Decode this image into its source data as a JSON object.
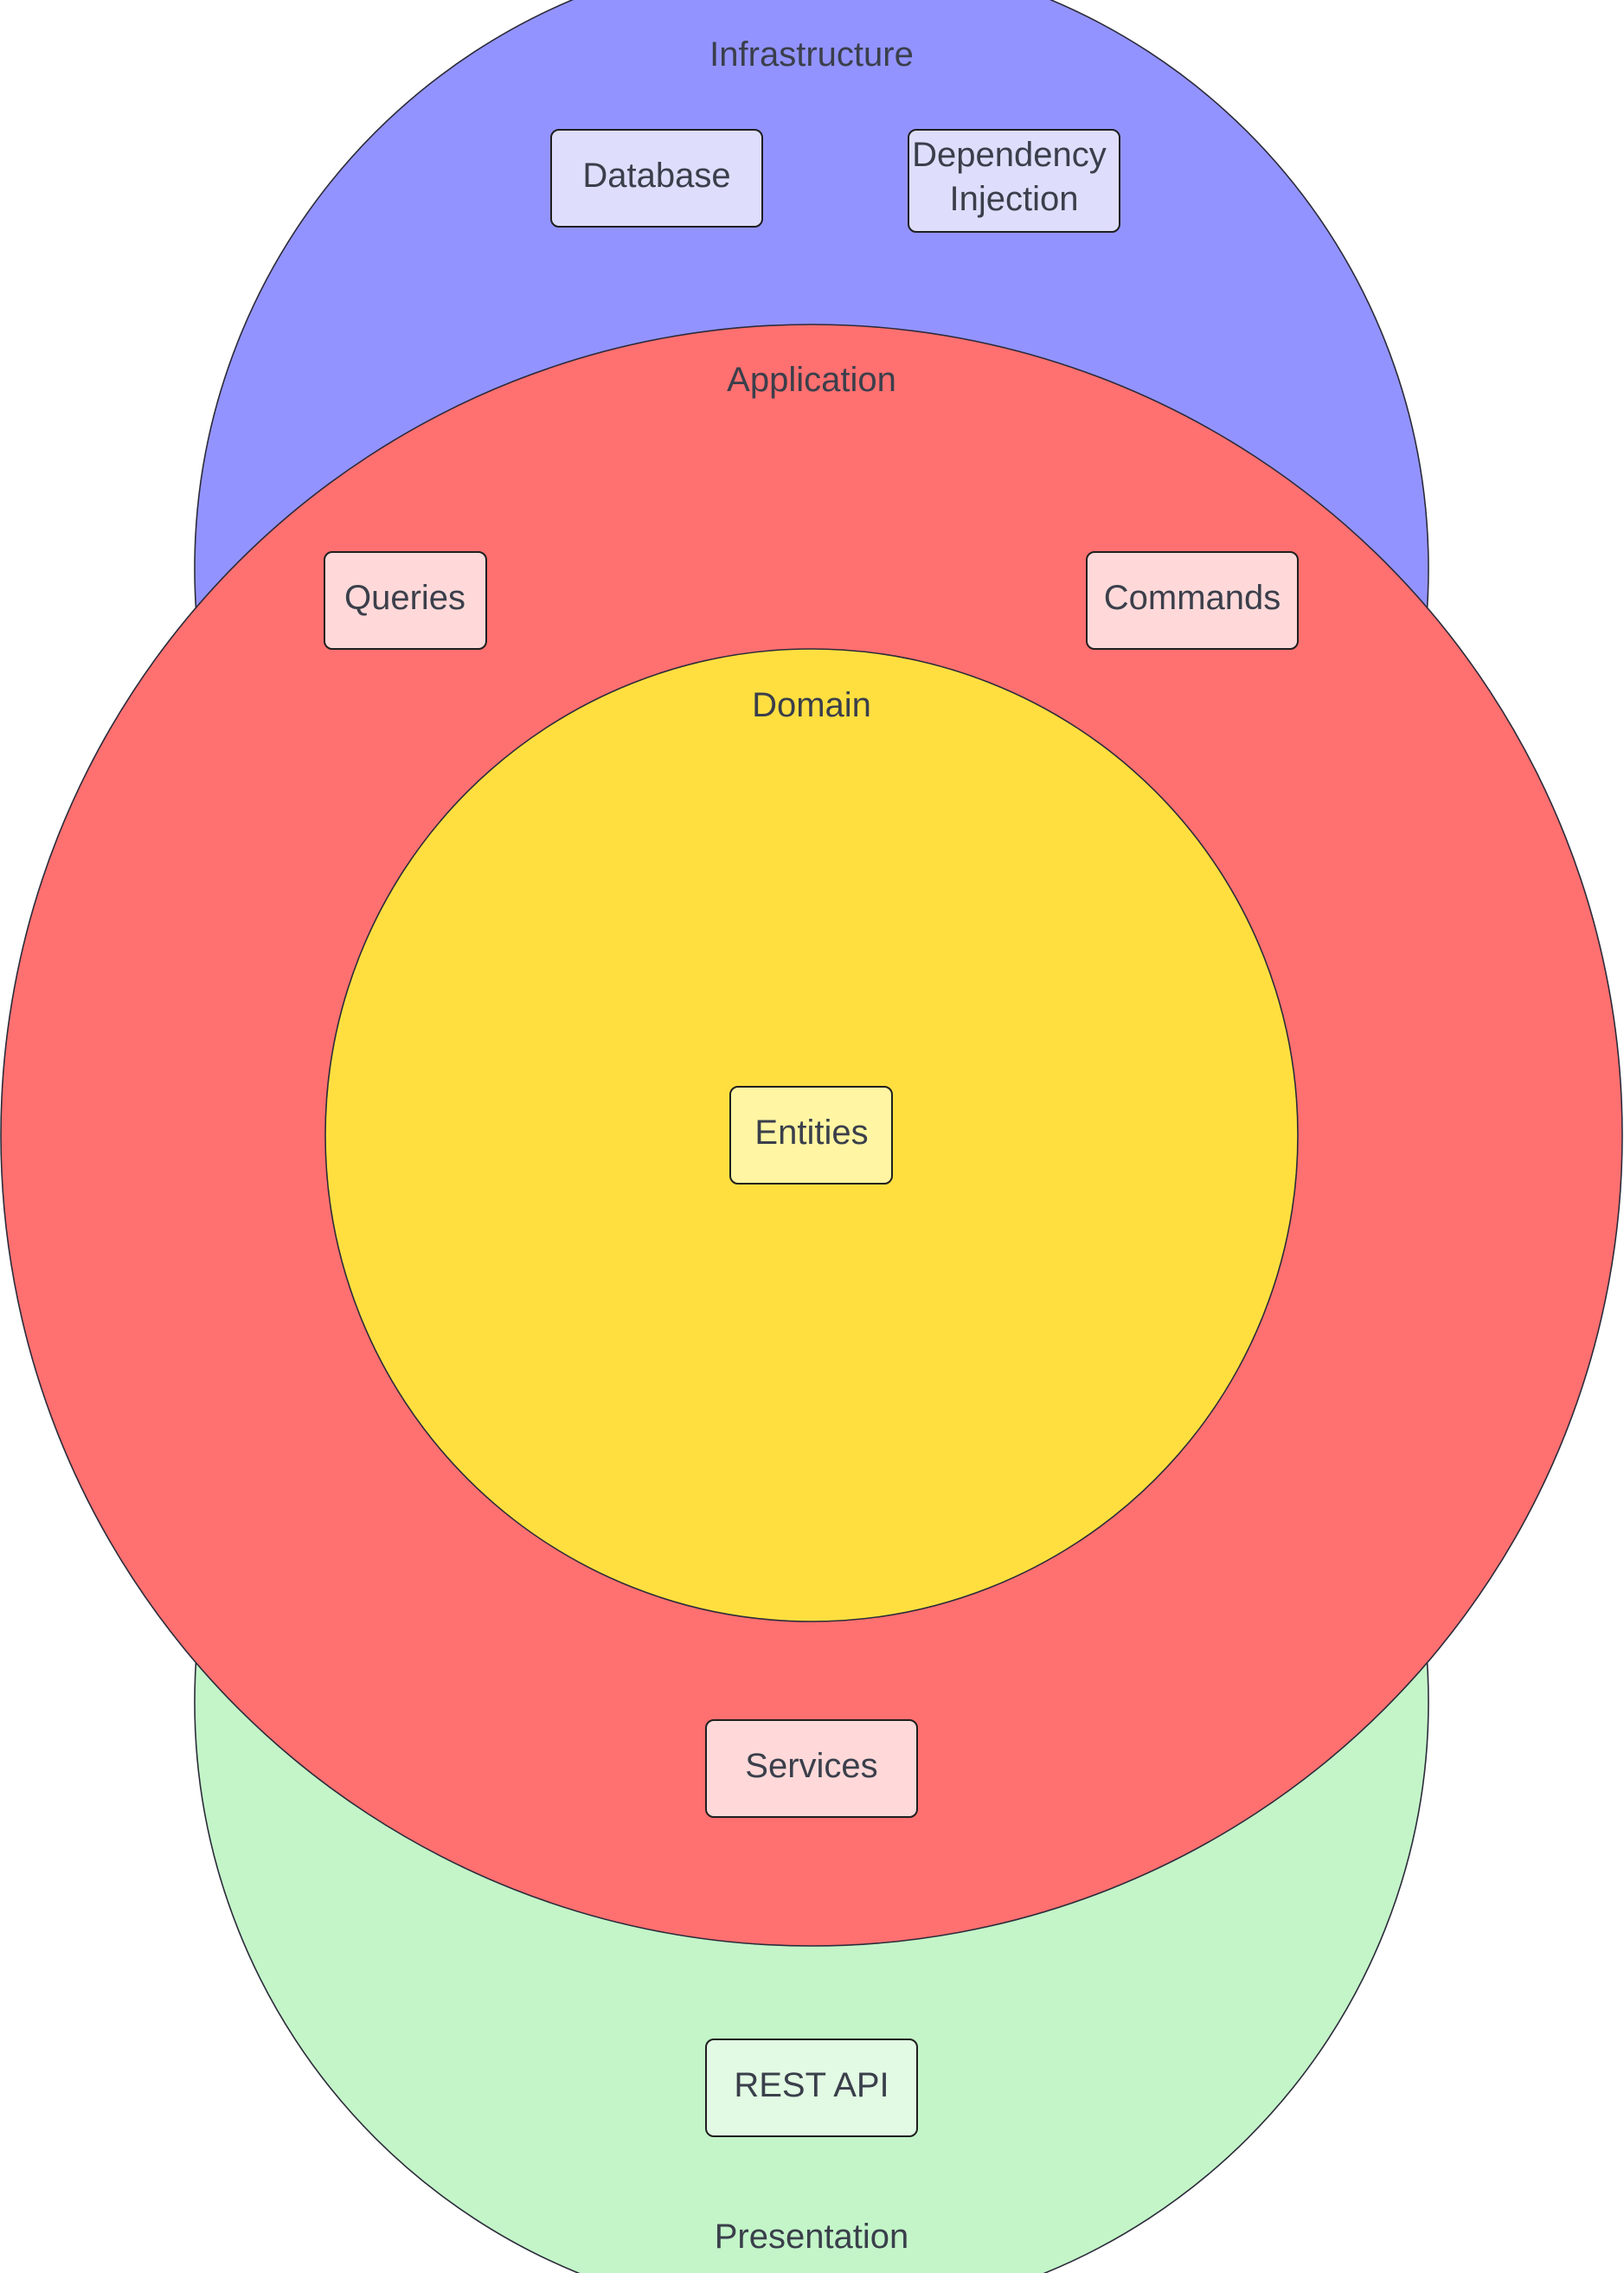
{
  "layers": {
    "infrastructure": {
      "label": "Infrastructure",
      "fill": "#9393ff",
      "components": {
        "database": {
          "label": "Database",
          "fill": "#dedefc"
        },
        "dependency_injection": {
          "label_line1": "Dependency",
          "label_line2": "Injection",
          "fill": "#dedefc"
        }
      }
    },
    "presentation": {
      "label": "Presentation",
      "fill": "#c3f5c8",
      "components": {
        "rest_api": {
          "label": "REST API",
          "fill": "#e2fae3"
        }
      }
    },
    "application": {
      "label": "Application",
      "fill": "#ff7070",
      "components": {
        "queries": {
          "label": "Queries",
          "fill": "#ffd9d9"
        },
        "commands": {
          "label": "Commands",
          "fill": "#ffd9d9"
        },
        "services": {
          "label": "Services",
          "fill": "#ffd9d9"
        }
      }
    },
    "domain": {
      "label": "Domain",
      "fill": "#ffdf40",
      "components": {
        "entities": {
          "label": "Entities",
          "fill": "#fff5a3"
        }
      }
    }
  }
}
